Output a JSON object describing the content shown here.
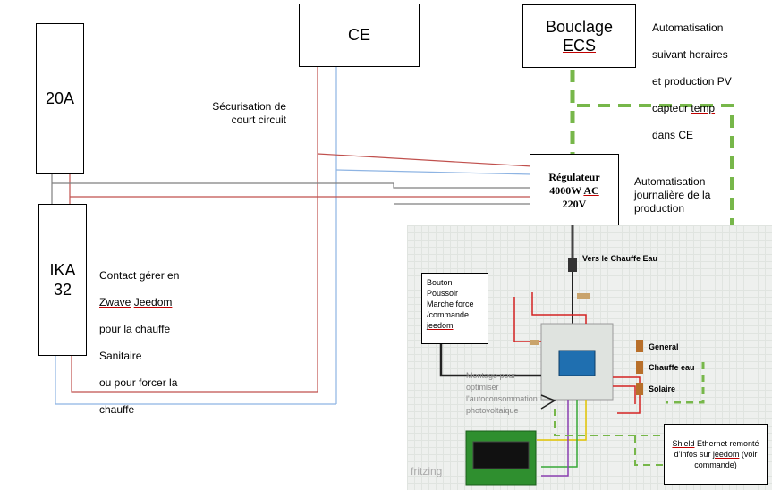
{
  "boxes": {
    "breaker_20a": "20A",
    "ce": "CE",
    "bouclage_line1": "Bouclage",
    "bouclage_line2": "ECS",
    "ika_line1": "IKA",
    "ika_line2": "32",
    "regulateur_line1": "Régulateur",
    "regulateur_line2_a": "4000W ",
    "regulateur_line2_b": "AC",
    "regulateur_line3": "220V",
    "bouton_line1": "Bouton",
    "bouton_line2": "Poussoir",
    "bouton_line3": "Marche force",
    "bouton_line4": "/commande",
    "bouton_line5": "jeedom",
    "shield_a": "Shield",
    "shield_b": " Ethernet remonté d'infos sur ",
    "shield_c": "jeedom",
    "shield_d": " (voir commande)"
  },
  "notes": {
    "automatisation_horaires_1": "Automatisation",
    "automatisation_horaires_2": "suivant horaires",
    "automatisation_horaires_3": "et production PV",
    "automatisation_horaires_4a": "capteur ",
    "automatisation_horaires_4b": "temp",
    "automatisation_horaires_5": "dans CE",
    "securisation": "Sécurisation de\ncourt circuit",
    "automatisation_journaliere": "Automatisation\njournalière de la\nproduction",
    "contact_1": "Contact gérer en",
    "contact_2a": "Zwave",
    "contact_2b": " ",
    "contact_2c": "Jeedom",
    "contact_3": "pour la chauffe",
    "contact_4": "Sanitaire",
    "contact_5": "ou pour forcer la",
    "contact_6": "chauffe"
  },
  "fritzing": {
    "vers_chauffe_eau": "Vers le Chauffe Eau",
    "general": "General",
    "chauffe_eau": "Chauffe eau",
    "solaire": "Solaire",
    "montage_note": "Montage pour\noptimiser\nl'autoconsommation\nphotovoltaique",
    "watermark": "fritzing"
  },
  "colors": {
    "wire_red": "#c0504d",
    "wire_blue": "#8eb4e3",
    "wire_gray": "#7f7f7f",
    "dashed_green": "#77b74a"
  }
}
